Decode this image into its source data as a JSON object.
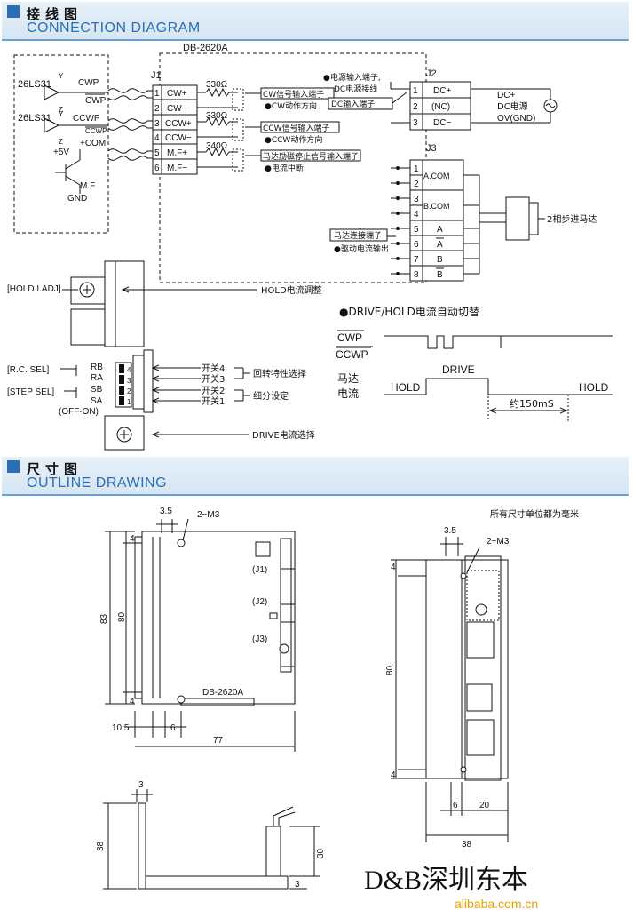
{
  "sections": {
    "connection": {
      "cn": "接线图",
      "en": "CONNECTION DIAGRAM"
    },
    "outline": {
      "cn": "尺寸图",
      "en": "OUTLINE DRAWING"
    }
  },
  "board": {
    "model": "DB-2620A"
  },
  "j1": {
    "label": "J1",
    "pins": [
      {
        "n": "1",
        "name": "CW+"
      },
      {
        "n": "2",
        "name": "CW−"
      },
      {
        "n": "3",
        "name": "CCW+"
      },
      {
        "n": "4",
        "name": "CCW−"
      },
      {
        "n": "5",
        "name": "M.F+"
      },
      {
        "n": "6",
        "name": "M.F−"
      }
    ],
    "resistors": [
      "330Ω",
      "330Ω",
      "340Ω"
    ]
  },
  "j2": {
    "label": "J2",
    "pins": [
      {
        "n": "1",
        "name": "DC+"
      },
      {
        "n": "2",
        "name": "(NC)"
      },
      {
        "n": "3",
        "name": "DC−"
      }
    ]
  },
  "j3": {
    "label": "J3",
    "pins": [
      {
        "n": "1",
        "name": "A.COM"
      },
      {
        "n": "2",
        "name": ""
      },
      {
        "n": "3",
        "name": "B.COM"
      },
      {
        "n": "4",
        "name": ""
      },
      {
        "n": "5",
        "name": "A"
      },
      {
        "n": "6",
        "name": "A"
      },
      {
        "n": "7",
        "name": "B"
      },
      {
        "n": "8",
        "name": "B"
      }
    ]
  },
  "left_circuit": {
    "ic1": "26LS31",
    "ic2": "26LS31",
    "cwp": "CWP",
    "cwp_bar": "CWP",
    "ccwp": "CCWP",
    "ccwp_bar": "CCWP",
    "y1": "Y",
    "z1": "Z",
    "y2": "Y",
    "z2": "Z",
    "com": "+COM",
    "v5": "+5V",
    "mf": "M.F",
    "gnd": "GND"
  },
  "notes": {
    "cw_input": "CW信号输入端子",
    "cw_dir": "●CW动作方向",
    "ccw_input": "CCW信号输入端子",
    "ccw_dir": "●CCW动作方向",
    "mf_input": "马达励磁停止信号输入端子",
    "mf_cut": "●电流中断",
    "power_in": "●电源输入端子,",
    "power_wire": "DC电源接线",
    "dc_in": "DC输入端子",
    "motor_term": "马达连接端子",
    "motor_drive": "●驱动电流输出",
    "dc_plus": "DC+",
    "dc_supply": "DC电源",
    "ov_gnd": "OV(GND)",
    "motor": "2相步进马达"
  },
  "switches": {
    "hold_adj": "[HOLD I.ADJ]",
    "hold_adj_note": "HOLD电流调整",
    "rc_sel": "[R.C. SEL]",
    "step_sel": "[STEP SEL]",
    "offon": "(OFF-ON)",
    "rb": "RB",
    "ra": "RA",
    "sb": "SB",
    "sa": "SA",
    "sw4": "开关4",
    "sw3": "开关3",
    "sw2": "开关2",
    "sw1": "开关1",
    "rot_note": "回转特性选择",
    "div_note": "细分设定",
    "drive_sel": "DRIVE电流选择",
    "dip_nums": [
      "4",
      "3",
      "2",
      "1"
    ]
  },
  "timing": {
    "title": "●DRIVE/HOLD电流自动切替",
    "cwp": "CWP",
    "ccwp": "CCWP",
    "motor_current_1": "马达",
    "motor_current_2": "电流",
    "hold1": "HOLD",
    "drive": "DRIVE",
    "hold2": "HOLD",
    "delay": "约150mS"
  },
  "outline": {
    "unit_note": "所有尺寸单位都为毫米",
    "m3": "2−M3",
    "m3_b": "2−M3",
    "d35": "3.5",
    "d35_b": "3.5",
    "d4_top": "4",
    "d83": "83",
    "d80": "80",
    "d4_bot": "4",
    "d105": "10.5",
    "d6": "6",
    "d77": "77",
    "j1": "(J1)",
    "j2": "(J2)",
    "j3": "(J3)",
    "model": "DB-2620A",
    "r_d4_top": "4",
    "r_d80": "80",
    "r_d4_bot": "4",
    "r_d6": "6",
    "r_d20": "20",
    "r_d38": "38",
    "b_d3": "3",
    "b_d38": "38",
    "b_d30": "30",
    "b_d3b": "3"
  },
  "watermark": {
    "brand": "D&B深圳东本",
    "site": "alibaba.com.cn"
  }
}
